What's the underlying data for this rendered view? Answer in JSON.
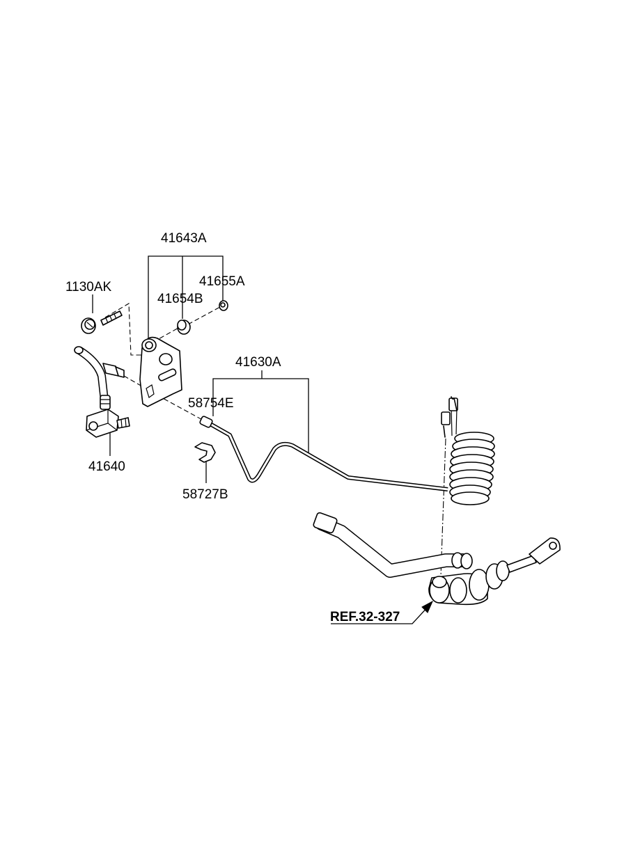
{
  "labels": {
    "p41643A": "41643A",
    "p41655A": "41655A",
    "p1130AK": "1130AK",
    "p41654B": "41654B",
    "p41630A": "41630A",
    "p58754E": "58754E",
    "p41640": "41640",
    "p58727B": "58727B",
    "ref": "REF.32-327"
  }
}
